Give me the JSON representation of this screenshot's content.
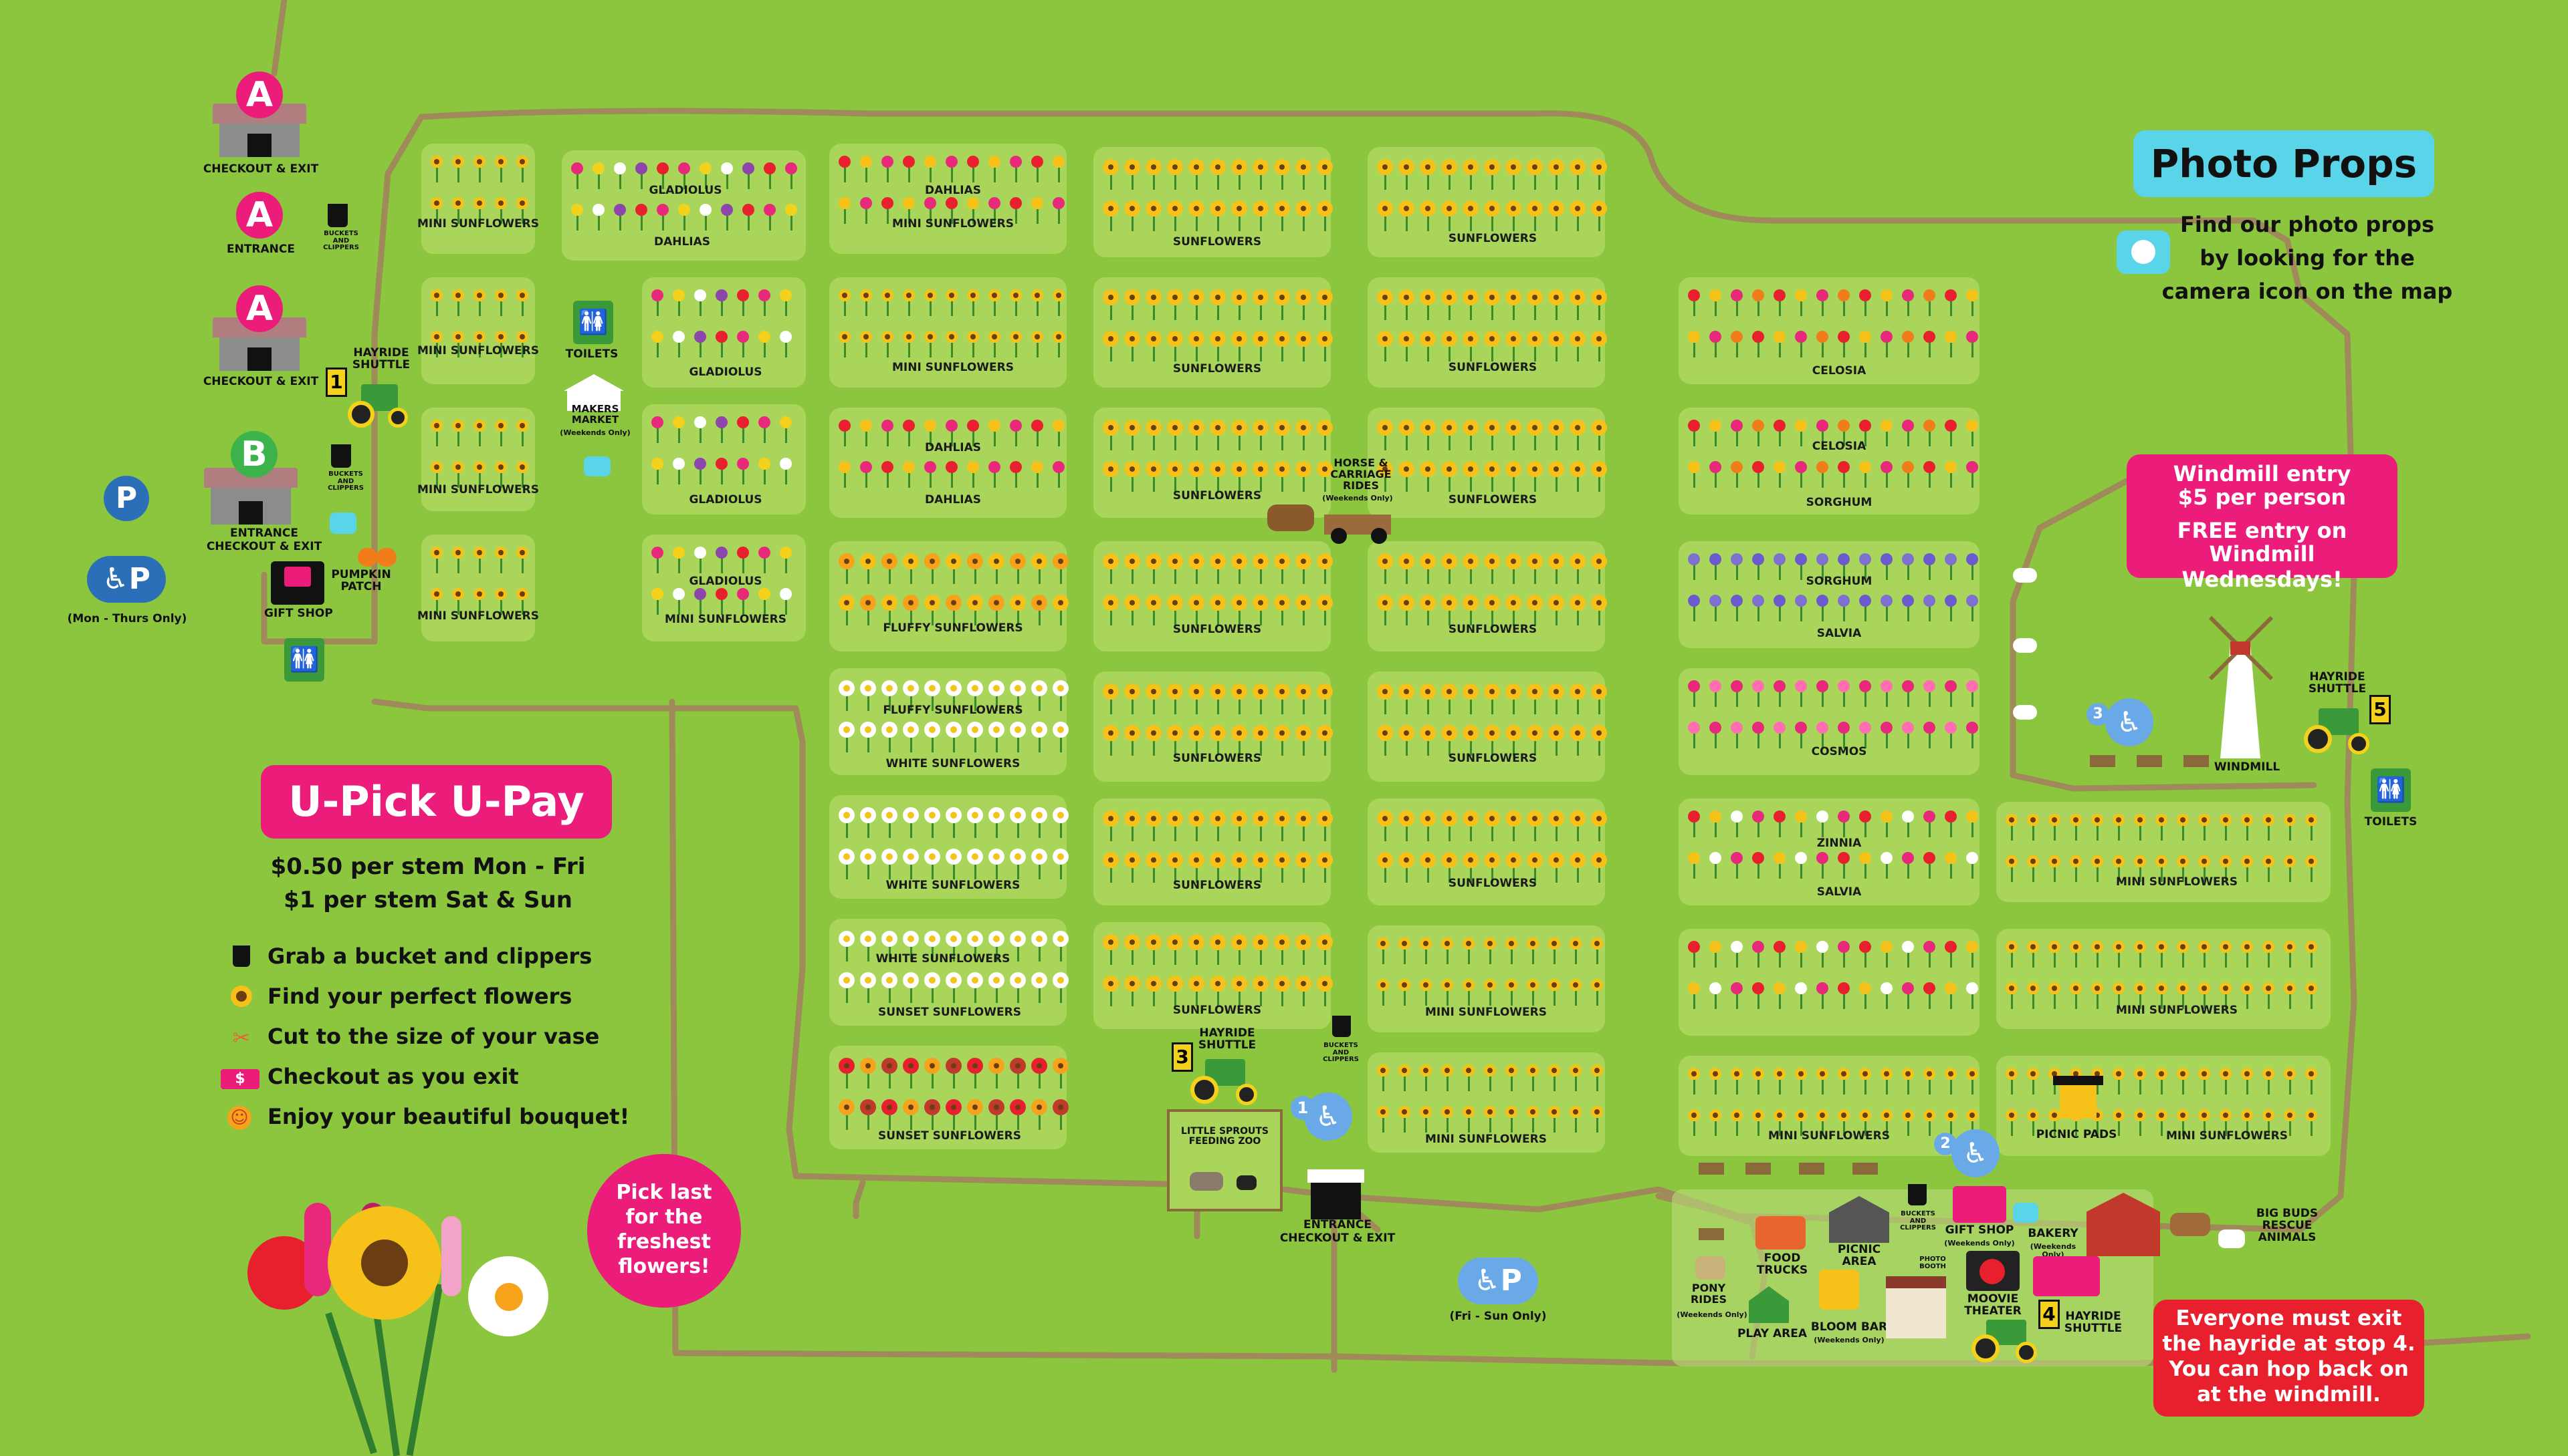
{
  "photo_props": {
    "title": "Photo Props",
    "lines": [
      "Find our photo props",
      "by looking for the",
      "camera icon on the map"
    ]
  },
  "upick": {
    "title": "U-Pick U-Pay",
    "price_weekday": "$0.50 per stem Mon - Fri",
    "price_weekend": "$1 per stem Sat & Sun",
    "steps": [
      "Grab a bucket and clippers",
      "Find your perfect flowers",
      "Cut to the size of your vase",
      "Checkout as you exit",
      "Enjoy your beautiful bouquet!"
    ]
  },
  "pick_last": [
    "Pick last",
    "for the",
    "freshest",
    "flowers!"
  ],
  "windmill_entry": [
    "Windmill entry",
    "$5 per person",
    "FREE entry on",
    "Windmill Wednesdays!"
  ],
  "exit_note": [
    "Everyone must exit",
    "the hayride at stop 4.",
    "You can hop back on",
    "at the windmill."
  ],
  "left_column": {
    "a1": "A",
    "a1_label": "CHECKOUT & EXIT",
    "a2": "A",
    "a2_label": "ENTRANCE",
    "a3": "A",
    "a3_label": "CHECKOUT & EXIT",
    "b": "B",
    "b_label1": "ENTRANCE",
    "b_label2": "CHECKOUT & EXIT",
    "buckets1": "BUCKETS AND CLIPPERS",
    "buckets2": "BUCKETS AND CLIPPERS",
    "hayride1": "HAYRIDE SHUTTLE",
    "stop1": "1",
    "parking": "P",
    "access_parking_note": "(Mon - Thurs Only)",
    "pumpkin": "PUMPKIN PATCH",
    "gift_shop": "GIFT SHOP",
    "toilets": "TOILETS",
    "makers1": "MAKERS MARKET",
    "makers2": "(Weekends Only)"
  },
  "plots": [
    {
      "label": "MINI SUNFLOWERS"
    },
    {
      "label": "GLADIOLUS"
    },
    {
      "label": "DAHLIAS"
    },
    {
      "label": "DAHLIAS"
    },
    {
      "label": "MINI SUNFLOWERS"
    },
    {
      "label": "SUNFLOWERS"
    },
    {
      "label": "SUNFLOWERS"
    },
    {
      "label": "MINI SUNFLOWERS"
    },
    {
      "label": "GLADIOLUS"
    },
    {
      "label": "MINI SUNFLOWERS"
    },
    {
      "label": "SUNFLOWERS"
    },
    {
      "label": "SUNFLOWERS"
    },
    {
      "label": "CELOSIA"
    },
    {
      "label": "MINI SUNFLOWERS"
    },
    {
      "label": "GLADIOLUS"
    },
    {
      "label": "DAHLIAS"
    },
    {
      "label": "DAHLIAS"
    },
    {
      "label": "SUNFLOWERS"
    },
    {
      "label": "SUNFLOWERS"
    },
    {
      "label": "CELOSIA"
    },
    {
      "label": "SORGHUM"
    },
    {
      "label": "MINI SUNFLOWERS"
    },
    {
      "label": "GLADIOLUS"
    },
    {
      "label": "MINI SUNFLOWERS"
    },
    {
      "label": "FLUFFY SUNFLOWERS"
    },
    {
      "label": "SUNFLOWERS"
    },
    {
      "label": "SUNFLOWERS"
    },
    {
      "label": "SORGHUM"
    },
    {
      "label": "SALVIA"
    },
    {
      "label": "FLUFFY SUNFLOWERS"
    },
    {
      "label": "WHITE SUNFLOWERS"
    },
    {
      "label": "SUNFLOWERS"
    },
    {
      "label": "SUNFLOWERS"
    },
    {
      "label": "COSMOS"
    },
    {
      "label": "WHITE SUNFLOWERS"
    },
    {
      "label": "SUNFLOWERS"
    },
    {
      "label": "SUNFLOWERS"
    },
    {
      "label": "ZINNIA"
    },
    {
      "label": "SALVIA"
    },
    {
      "label": "MINI SUNFLOWERS"
    },
    {
      "label": "WHITE SUNFLOWERS"
    },
    {
      "label": "SUNSET SUNFLOWERS"
    },
    {
      "label": "SUNFLOWERS"
    },
    {
      "label": "MINI SUNFLOWERS"
    },
    {
      "label": "MINI SUNFLOWERS"
    },
    {
      "label": "SUNSET SUNFLOWERS"
    },
    {
      "label": "MINI SUNFLOWERS"
    },
    {
      "label": "MINI SUNFLOWERS"
    },
    {
      "label": "MINI SUNFLOWERS"
    }
  ],
  "mid": {
    "horse1": "HORSE & CARRIAGE RIDES",
    "horse2": "(Weekends Only)",
    "hayride3": "HAYRIDE SHUTTLE",
    "stop3": "3",
    "zoo": "LITTLE SPROUTS FEEDING ZOO",
    "buckets3": "BUCKETS AND CLIPPERS",
    "stop1b": "1",
    "entrance2a": "ENTRANCE",
    "entrance2b": "CHECKOUT & EXIT",
    "access_p2_note": "(Fri - Sun Only)"
  },
  "right": {
    "windmill": "WINDMILL",
    "hayride5": "HAYRIDE SHUTTLE",
    "stop5": "5",
    "stop3b": "3",
    "toilets": "TOILETS",
    "picnic_pads": "PICNIC PADS",
    "stop2": "2",
    "food_trucks": "FOOD TRUCKS",
    "picnic_area": "PICNIC AREA",
    "buckets4": "BUCKETS AND CLIPPERS",
    "gift_shop": "GIFT SHOP",
    "gift_note": "(Weekends Only)",
    "bakery": "BAKERY",
    "bakery_note": "(Weekends Only)",
    "photo_booth": "PHOTO BOOTH",
    "moovie": "MOOVIE THEATER",
    "pony": "PONY RIDES",
    "pony_note": "(Weekends Only)",
    "play": "PLAY AREA",
    "bloom": "BLOOM BAR",
    "bloom_note": "(Weekends Only)",
    "hayride4": "HAYRIDE SHUTTLE",
    "stop4": "4",
    "rescue": "BIG BUDS RESCUE ANIMALS"
  },
  "colors": {
    "grass": "#8cc63f",
    "plot": "#a9d65a",
    "path": "#a08a5a",
    "magenta": "#ec1c7a",
    "cyan": "#59d4e8",
    "red": "#e8202e",
    "access_blue": "#2a6fb8"
  }
}
